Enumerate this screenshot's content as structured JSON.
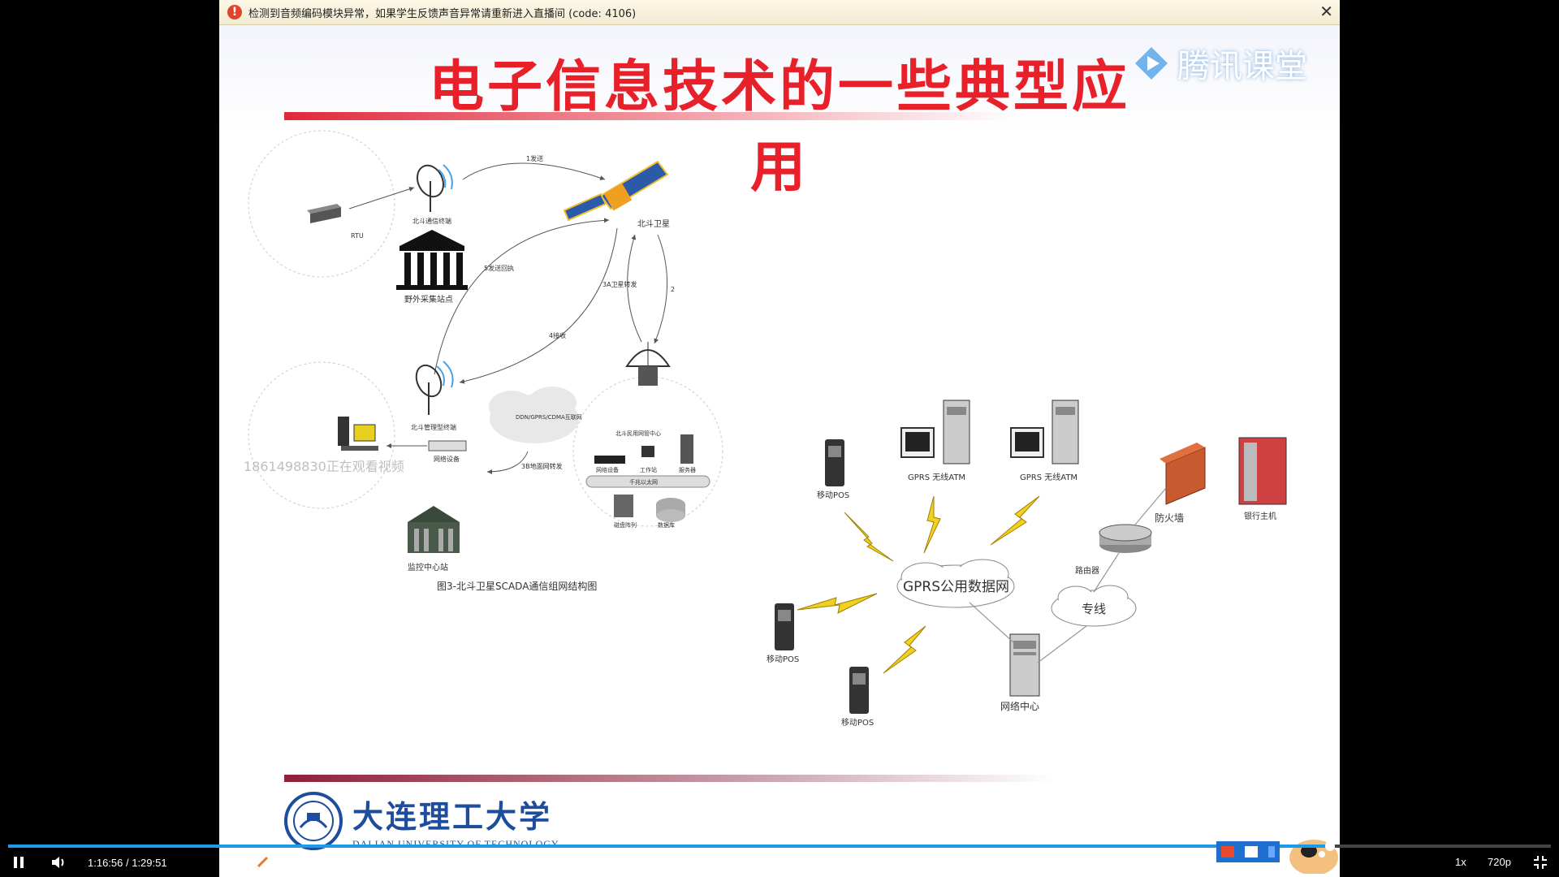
{
  "notice": {
    "text": "检测到音频编码模块异常，如果学生反馈声音异常请重新进入直播间 (code: 4106)",
    "close_icon": "close-icon"
  },
  "slide": {
    "title": "电子信息技术的一些典型应用",
    "brand": "腾讯课堂",
    "watermark": "1861498830正在观看视频",
    "university": {
      "cn": "大连理工大学",
      "en": "DALIAN UNIVERSITY OF TECHNOLOGY"
    }
  },
  "scada": {
    "caption": "图3-北斗卫星SCADA通信组网结构图",
    "labels": {
      "rtu": "RTU",
      "terminal": "北斗通信终端",
      "field_station": "野外采集站点",
      "satellite": "北斗卫星",
      "arrow1": "1发送",
      "arrow2": "2",
      "arrow3": "3A卫星转发",
      "arrow4": "4接收",
      "arrow5": "5发送回执",
      "arrow3b": "3B地面网转发",
      "mgmt_terminal": "北斗管理型终端",
      "network_device": "网络设备",
      "monitor_station": "监控中心站",
      "cloud": "DDN/GPRS/CDMA互联网",
      "center": "北斗民用网管中心",
      "net_device2": "网络设备",
      "workstation": "工作站",
      "server": "服务器",
      "ethernet": "千兆以太网",
      "disk_array": "磁盘阵列",
      "database": "数据库"
    }
  },
  "gprs": {
    "labels": {
      "pos1": "移动POS",
      "pos2": "移动POS",
      "pos3": "移动POS",
      "atm1": "GPRS 无线ATM",
      "atm2": "GPRS 无线ATM",
      "cloud": "GPRS公用数据网",
      "line": "专线",
      "router": "路由器",
      "firewall": "防火墙",
      "bank_host": "银行主机",
      "net_center": "网络中心"
    }
  },
  "player": {
    "time_current": "1:16:56",
    "time_sep": " / ",
    "time_total": "1:29:51",
    "speed": "1x",
    "quality": "720p",
    "progress": 0.8566
  }
}
